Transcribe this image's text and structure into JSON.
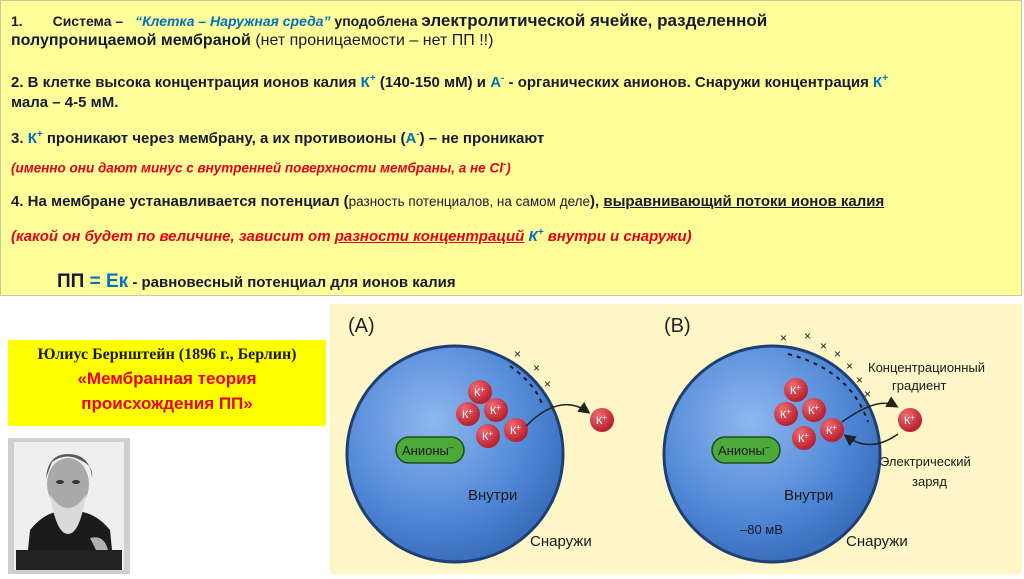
{
  "slide": {
    "p1": {
      "num": "1.",
      "a": "Система – ",
      "quote": "“Клетка – Наружная среда”",
      "b": " уподоблена ",
      "c": "электролитической ячейке, разделенной",
      "d": "полупроницаемой мембраной",
      "e": " (нет проницаемости – нет ПП !!)"
    },
    "p2": {
      "a": "2. В клетке высока концентрация ионов калия ",
      "k": "К",
      "plus": "+",
      "b": " (140-150 мМ) и ",
      "an": "А",
      "minus": "-",
      "c": " - органических анионов. Снаружи концентрация ",
      "k2": "К",
      "d": "мала – 4-5 мМ."
    },
    "p3": {
      "num": "3. ",
      "k": "К",
      "plus": "+",
      "a": " проникают через мембрану, а их противоионы (",
      "an": "А",
      "minus": "-",
      "b": ") – не проникают"
    },
    "p3note": "(именно они дают минус с внутренней поверхности мембраны, а не Cl",
    "p3note_sup": "-",
    "p3note_end": ")",
    "p4": {
      "a": "4. На мембране устанавливается потенциал (",
      "b": "разность потенциалов, на самом деле",
      "c": "), ",
      "d": "выравнивающий потоки ионов калия"
    },
    "p4note": {
      "a": "(какой он будет по величине, зависит от ",
      "u": "разности концентраций",
      "k": " К",
      "plus": "+",
      "b": " внутри и снаружи)"
    },
    "pp": {
      "a": "ПП",
      "eq": " = ",
      "ek": "Ек",
      "b": " -  равновесный потенциал для ионов калия"
    }
  },
  "author": {
    "line1": "Юлиус Бернштейн (1896 г., Берлин)",
    "line2": "«Мембранная теория",
    "line3": "происхождения ПП»"
  },
  "figure": {
    "panel_a": "(A)",
    "panel_b": "(B)",
    "ion": "К",
    "ion_sup": "+",
    "anions": "Анионы",
    "anions_sup": "–",
    "inside": "Внутри",
    "outside": "Снаружи",
    "conc1": "Концентрационный",
    "conc2": "градиент",
    "el1": "Электрический",
    "el2": "заряд",
    "voltage": "–80 мВ",
    "plus_sign": "+",
    "cross": "×"
  },
  "colors": {
    "slide_bg": "#ffff99",
    "highlight": "#ffff00",
    "red_text": "#e8001c",
    "blue_text": "#0070c0",
    "cell": "#4f87d6",
    "ion": "#d62b3c",
    "anion_box": "#4caa3a"
  }
}
